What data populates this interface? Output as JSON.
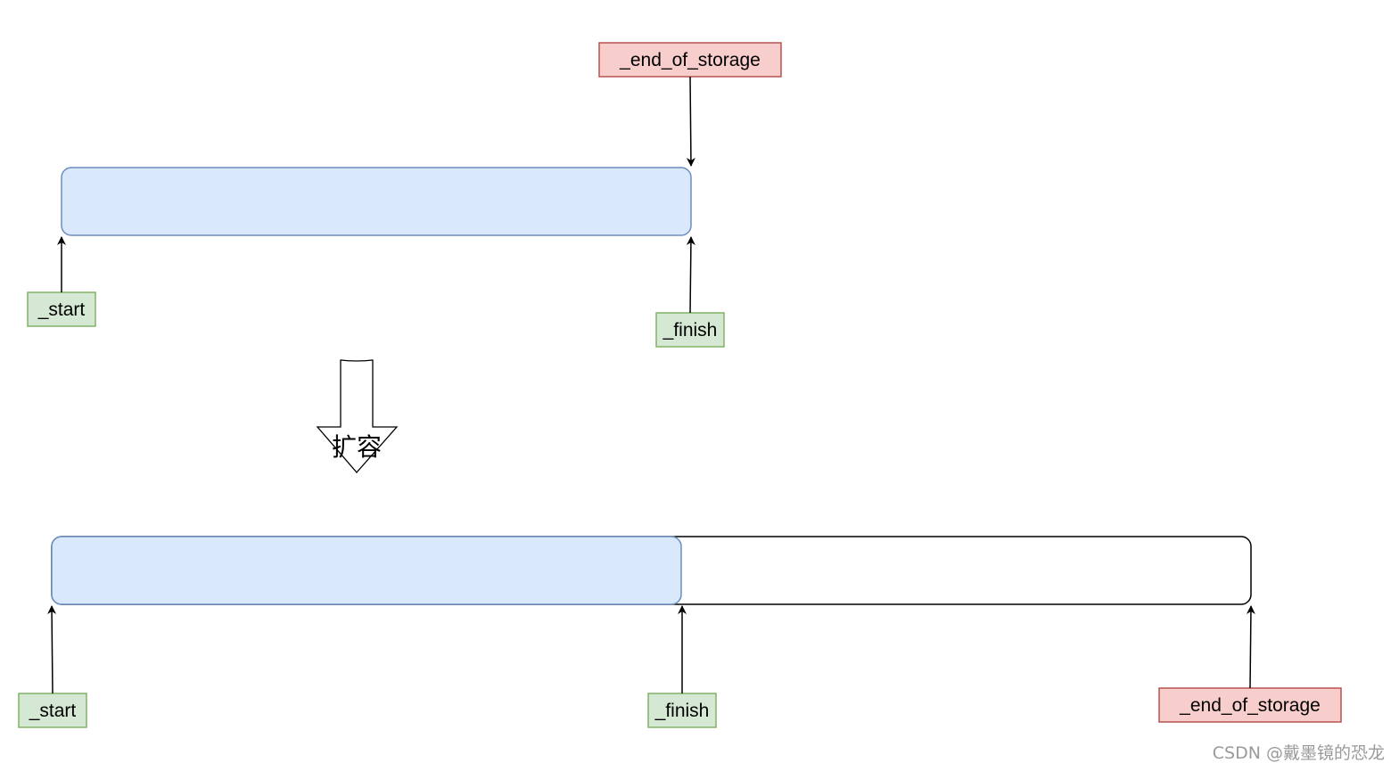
{
  "colors": {
    "used_fill": "#dae8fc",
    "used_stroke": "#6c8ebf",
    "empty_fill": "#ffffff",
    "empty_stroke": "#000000",
    "green_fill": "#d5e8d4",
    "green_stroke": "#82b366",
    "red_fill": "#f8cecc",
    "red_stroke": "#b85450",
    "arrow": "#000000",
    "watermark": "#9a9a9a"
  },
  "before": {
    "end_of_storage_label": "_end_of_storage",
    "start_label": "_start",
    "finish_label": "_finish"
  },
  "transition": {
    "label": "扩容",
    "icon": "down-block-arrow-icon"
  },
  "after": {
    "start_label": "_start",
    "finish_label": "_finish",
    "end_of_storage_label": "_end_of_storage"
  },
  "watermark": {
    "text": "CSDN @戴墨镜的恐龙"
  }
}
